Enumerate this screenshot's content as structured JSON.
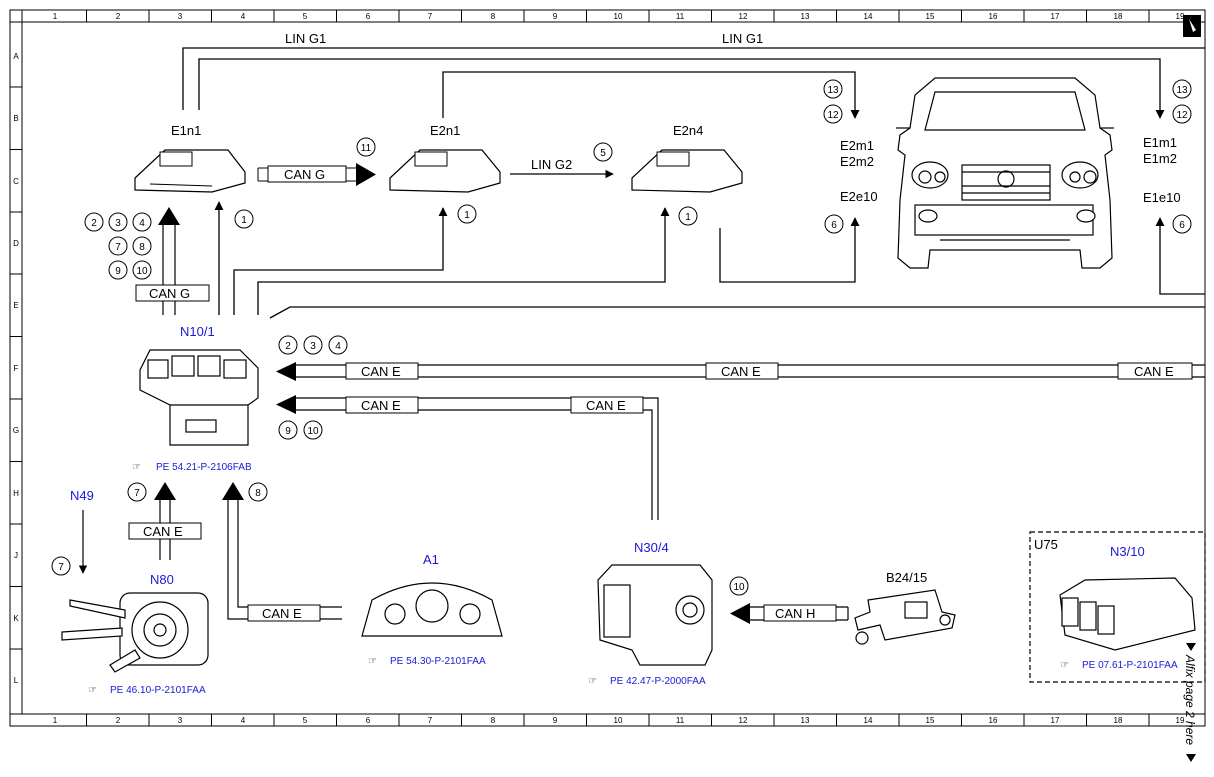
{
  "ruler": {
    "columns": [
      "1",
      "2",
      "3",
      "4",
      "5",
      "6",
      "7",
      "8",
      "9",
      "10",
      "11",
      "12",
      "13",
      "14",
      "15",
      "16",
      "17",
      "18",
      "19"
    ],
    "rows": [
      "A",
      "B",
      "C",
      "D",
      "E",
      "F",
      "G",
      "H",
      "J",
      "K",
      "L"
    ]
  },
  "buses": {
    "lin_g1_left": "LIN G1",
    "lin_g1_right": "LIN G1",
    "lin_g2": "LIN G2",
    "can_g_right": "CAN G",
    "can_g_up": "CAN G",
    "can_e_top_1": "CAN E",
    "can_e_top_2": "CAN E",
    "can_e_top_3": "CAN E",
    "can_e_mid_1": "CAN E",
    "can_e_mid_2": "CAN E",
    "can_e_n80": "CAN E",
    "can_e_a1": "CAN E",
    "can_h": "CAN H"
  },
  "components": {
    "e1n1": "E1n1",
    "e2n1": "E2n1",
    "e2n4": "E2n4",
    "e2m1": "E2m1",
    "e2m2": "E2m2",
    "e2e10": "E2e10",
    "e1m1": "E1m1",
    "e1m2": "E1m2",
    "e1e10": "E1e10",
    "n10_1": "N10/1",
    "n49": "N49",
    "n80": "N80",
    "a1": "A1",
    "n30_4": "N30/4",
    "b24_15": "B24/15",
    "u75": "U75",
    "n3_10": "N3/10"
  },
  "references": {
    "n10_1": "PE 54.21-P-2106FAB",
    "n80": "PE 46.10-P-2101FAA",
    "a1": "PE 54.30-P-2101FAA",
    "n30_4": "PE 42.47-P-2000FAA",
    "n3_10": "PE 07.61-P-2101FAA"
  },
  "callouts": {
    "c11": "11",
    "c5": "5",
    "c13a": "13",
    "c12a": "12",
    "c13b": "13",
    "c12b": "12",
    "c1_e1n1": "1",
    "c1_e2n1": "1",
    "c1_e2n4": "1",
    "c6a": "6",
    "c6b": "6",
    "c2a": "2",
    "c3a": "3",
    "c4a": "4",
    "c7a": "7",
    "c8a": "8",
    "c9a": "9",
    "c10a": "10",
    "c2b": "2",
    "c3b": "3",
    "c4b": "4",
    "c9b": "9",
    "c10b": "10",
    "c7b": "7",
    "c8b": "8",
    "c7c": "7",
    "c10c": "10"
  },
  "footer_note": "Alfix page 2 here",
  "colors": {
    "line": "#000000",
    "link_text": "#1a1ad6",
    "background": "#ffffff"
  }
}
